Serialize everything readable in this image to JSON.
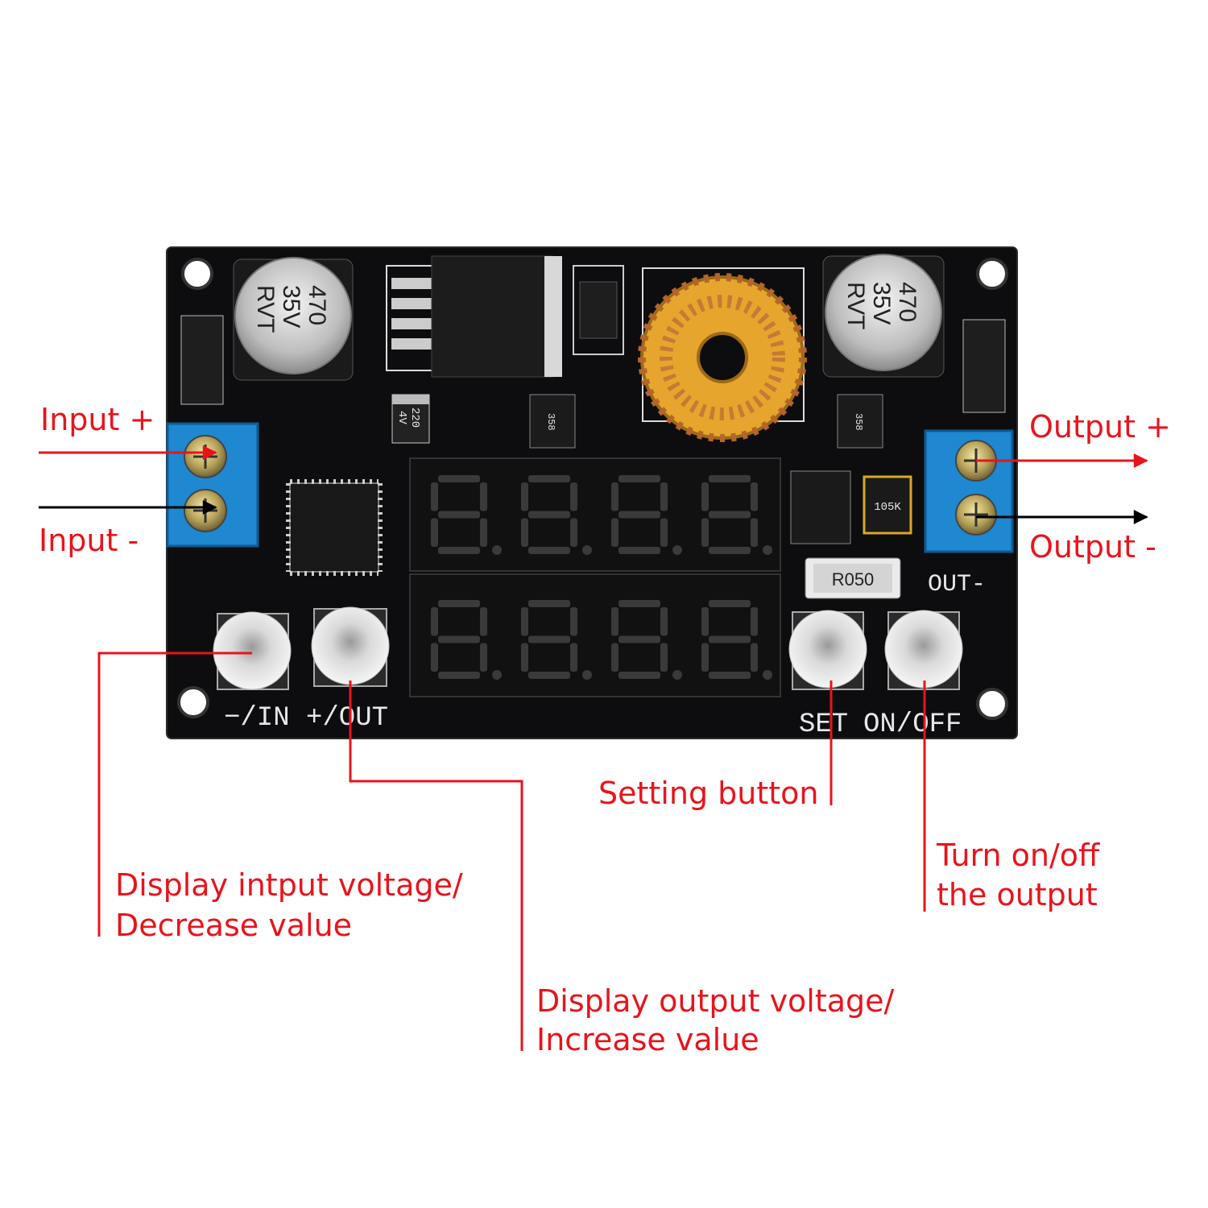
{
  "colors": {
    "callout": "#e8141c",
    "pcb": "#0d0d0f",
    "terminal": "#1e88d0",
    "segment_off": "#3a3a3a"
  },
  "labels": {
    "input_plus": "Input +",
    "input_minus": "Input -",
    "output_plus": "Output +",
    "output_minus": "Output -",
    "setting_button": "Setting button",
    "turn_onoff_line1": "Turn on/off",
    "turn_onoff_line2": "the output",
    "display_input_line1": "Display intput voltage/",
    "display_input_line2": "Decrease value",
    "display_output_line1": "Display output voltage/",
    "display_output_line2": "Increase value"
  },
  "board": {
    "silk_minus_in": "−/IN",
    "silk_plus_out": "+/OUT",
    "silk_set": "SET",
    "silk_on_off": "ON/OFF",
    "silk_out_minus": "OUT-",
    "cap_left": [
      "470",
      "35V",
      "RVT"
    ],
    "cap_right": [
      "470",
      "35V",
      "RVT"
    ],
    "cap_small": [
      "220",
      "4V"
    ],
    "resistor_shunt": "R050",
    "resistor_small": "105K",
    "chip_358": "358",
    "display_top_digits": 4,
    "display_bottom_digits": 4
  }
}
